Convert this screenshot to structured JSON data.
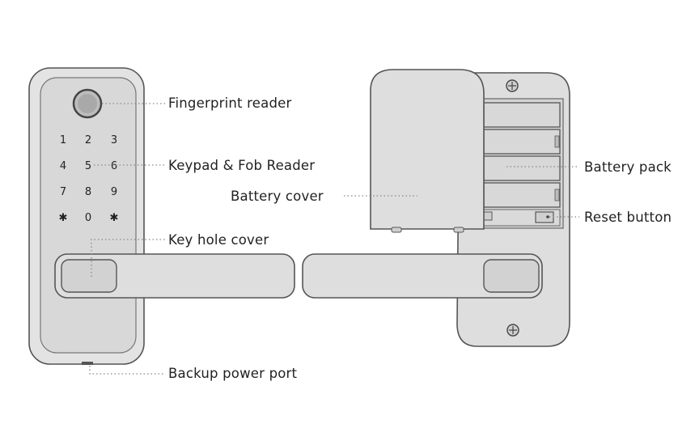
{
  "labels": {
    "fingerprint_reader": "Fingerprint reader",
    "keypad_fob_reader": "Keypad & Fob Reader",
    "key_hole_cover": "Key hole cover",
    "backup_power_port": "Backup power port",
    "battery_cover": "Battery cover",
    "battery_pack": "Battery pack",
    "reset_button": "Reset button"
  },
  "keypad": {
    "row1": [
      "1",
      "2",
      "3"
    ],
    "row2": [
      "4",
      "5",
      "6"
    ],
    "row3": [
      "7",
      "8",
      "9"
    ],
    "row4": [
      "✱",
      "0",
      "✱"
    ]
  },
  "colors": {
    "body_fill": "#dcdcdc",
    "outline": "#555555",
    "leader_line": "#888888",
    "text": "#222222"
  }
}
